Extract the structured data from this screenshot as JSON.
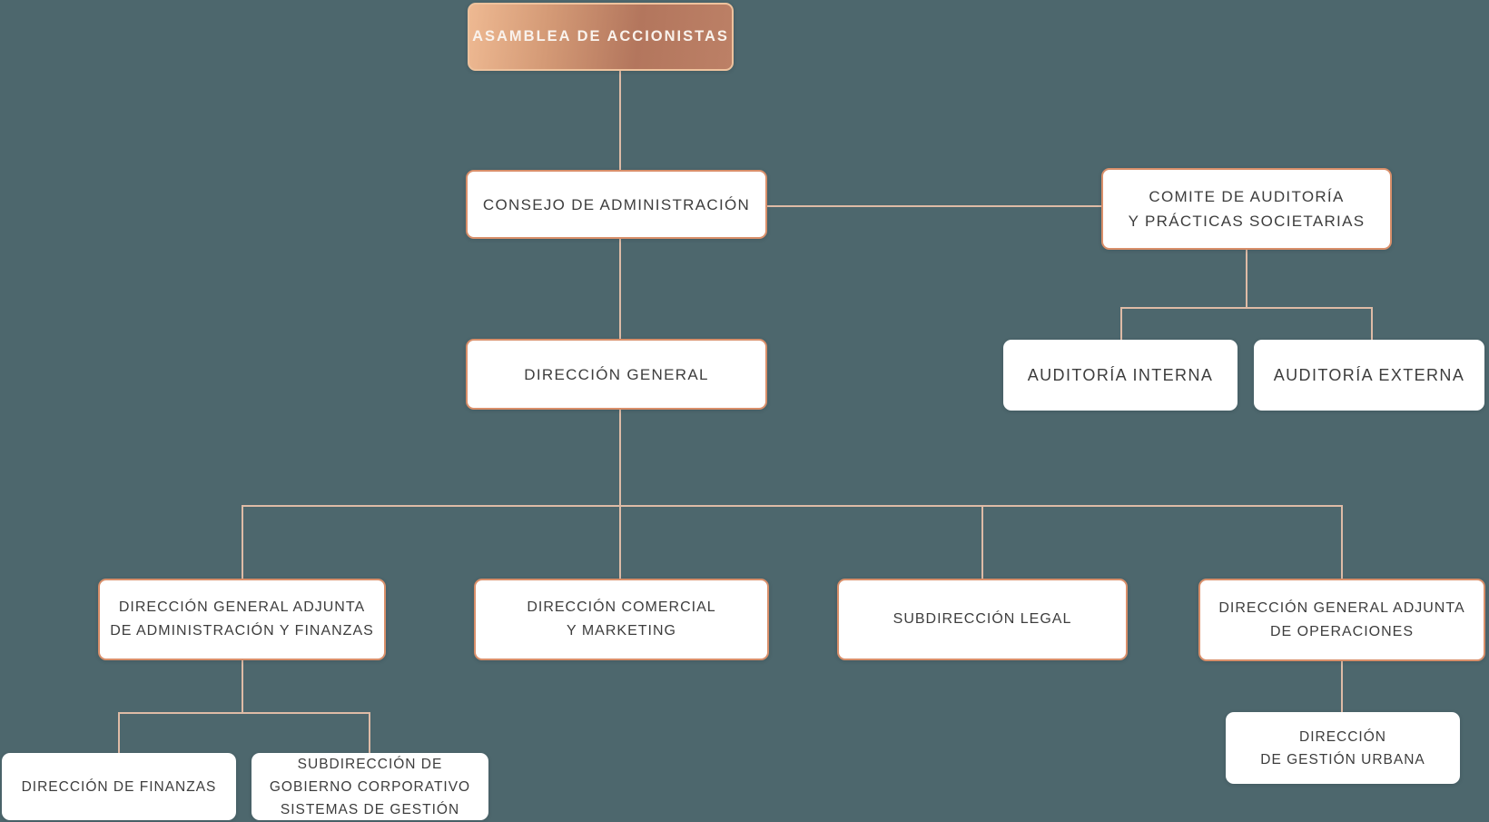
{
  "chart_title": "",
  "colors": {
    "background": "#4d676d",
    "connector": "#debba6",
    "box_border_copper": "#d98f6a",
    "box_fill": "#ffffff",
    "text": "#3d3d3d",
    "root_gradient_start": "#eeb992",
    "root_gradient_end": "#b3765d",
    "root_border": "#eec29d",
    "root_text": "#f9f2ec"
  },
  "nodes": {
    "asamblea": {
      "label": "ASAMBLEA DE ACCIONISTAS"
    },
    "consejo": {
      "label": "CONSEJO DE ADMINISTRACIÓN"
    },
    "comite": {
      "lines": [
        "COMITE DE AUDITORÍA",
        "Y PRÁCTICAS SOCIETARIAS"
      ]
    },
    "auditoria_interna": {
      "label": "AUDITORÍA INTERNA"
    },
    "auditoria_externa": {
      "label": "AUDITORÍA EXTERNA"
    },
    "direccion_general": {
      "label": "DIRECCIÓN GENERAL"
    },
    "dga_admin_finanzas": {
      "lines": [
        "DIRECCIÓN GENERAL ADJUNTA",
        "DE ADMINISTRACIÓN Y FINANZAS"
      ]
    },
    "comercial_marketing": {
      "lines": [
        "DIRECCIÓN COMERCIAL",
        "Y MARKETING"
      ]
    },
    "subdireccion_legal": {
      "label": "SUBDIRECCIÓN LEGAL"
    },
    "dga_operaciones": {
      "lines": [
        "DIRECCIÓN GENERAL ADJUNTA",
        "DE OPERACIONES"
      ]
    },
    "direccion_finanzas": {
      "label": "DIRECCIÓN DE FINANZAS"
    },
    "subdireccion_gobierno": {
      "lines": [
        "SUBDIRECCIÓN DE",
        "GOBIERNO CORPORATIVO",
        "SISTEMAS DE GESTIÓN"
      ]
    },
    "gestion_urbana": {
      "lines": [
        "DIRECCIÓN",
        "DE GESTIÓN URBANA"
      ]
    }
  }
}
